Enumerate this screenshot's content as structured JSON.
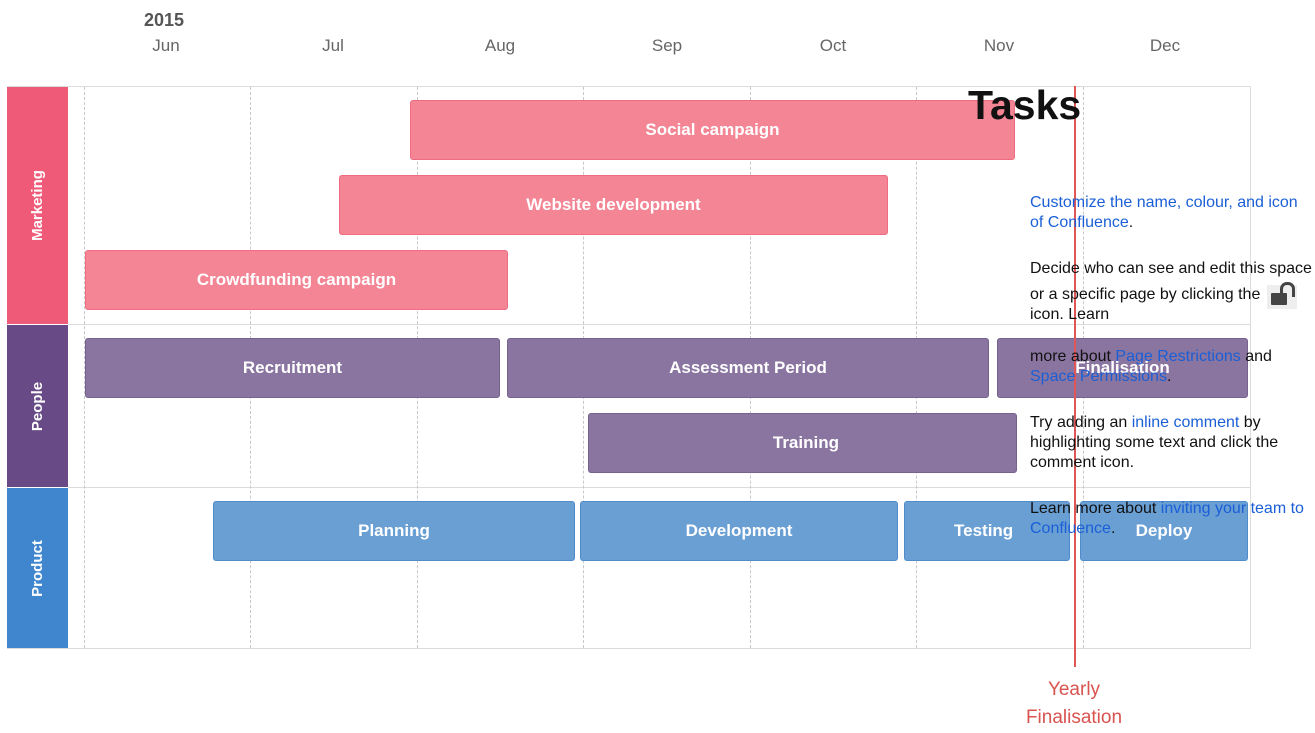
{
  "timeline": {
    "year": "2015",
    "months": [
      "Jun",
      "Jul",
      "Aug",
      "Sep",
      "Oct",
      "Nov",
      "Dec"
    ]
  },
  "groups": [
    {
      "name": "Marketing",
      "color": "#ef5a78"
    },
    {
      "name": "People",
      "color": "#674a86"
    },
    {
      "name": "Product",
      "color": "#3f86ce"
    }
  ],
  "tasks": {
    "marketing": [
      "Social campaign",
      "Website development",
      "Crowdfunding campaign"
    ],
    "people": [
      "Recruitment",
      "Assessment Period",
      "Finalisation",
      "Training"
    ],
    "product": [
      "Planning",
      "Development",
      "Testing",
      "Deploy"
    ]
  },
  "marker": {
    "line1": "Yearly",
    "line2": "Finalisation",
    "color": "#e05556"
  },
  "overlay": {
    "heading": "Tasks",
    "p1_link": "Customize the name, colour, and icon of Confluence",
    "p1_end": ".",
    "p2_start": "Decide who can see and edit this space or a specific page by clicking the",
    "p2_mid": "icon. Learn",
    "p2b_start": "more about",
    "p2b_link1": "Page Restrictions",
    "p2b_and": "and",
    "p2b_link2": "Space Permissions",
    "p2b_end": ".",
    "p3_start": "Try adding an",
    "p3_link": "inline comment",
    "p3_end": "by highlighting some text and click the comment icon.",
    "p4_start": "Learn more about",
    "p4_link": "inviting your team to Confluence",
    "p4_end": ".",
    "link_color": "#1a5fd6"
  }
}
